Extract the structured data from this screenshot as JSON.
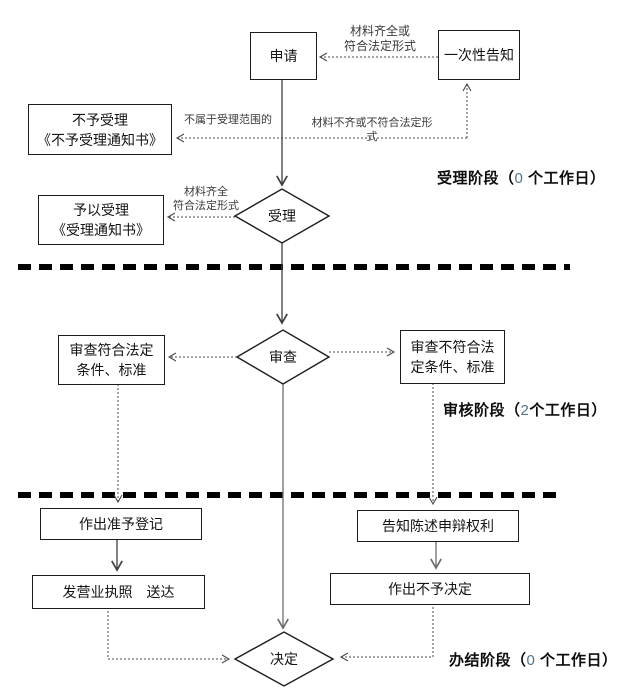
{
  "nodes": {
    "apply": "申请",
    "one_time_notice": "一次性告知",
    "not_accept": "不予受理\n《不予受理通知书》",
    "accept_grant": "予以受理\n《受理通知书》",
    "review_pass": "审查符合法定\n条件、标准",
    "review_fail": "审查不符合法\n定条件、标准",
    "grant_register": "作出准予登记",
    "issue_license": "发营业执照　送达",
    "notify_rights": "告知陈述申辩权利",
    "deny_decision": "作出不予决定",
    "accept_diamond": "受理",
    "review_diamond": "审查",
    "decide_diamond": "决定"
  },
  "edge_labels": {
    "materials_complete_top": "材料齐全或\n符合法定形式",
    "not_in_scope": "不属于受理范围的",
    "materials_incomplete": "材料不齐或不符合法定形式",
    "materials_complete_left": "材料齐全\n符合法定形式"
  },
  "phases": {
    "accept": {
      "prefix": "受理阶段（",
      "days": "0",
      "suffix": " 个工作日）"
    },
    "review": {
      "prefix": "审核阶段（",
      "days": "2",
      "suffix": "个工作日）"
    },
    "finish": {
      "prefix": "办结阶段（",
      "days": "0",
      "suffix": " 个工作日）"
    }
  },
  "colors": {
    "box_border": "#1c1c1c",
    "solid_line": "#3f3f3f",
    "gray_line": "#6e6e6e",
    "dotted_line": "#4a4a4a",
    "divider": "#000000",
    "digit_accent": "#54718b"
  }
}
